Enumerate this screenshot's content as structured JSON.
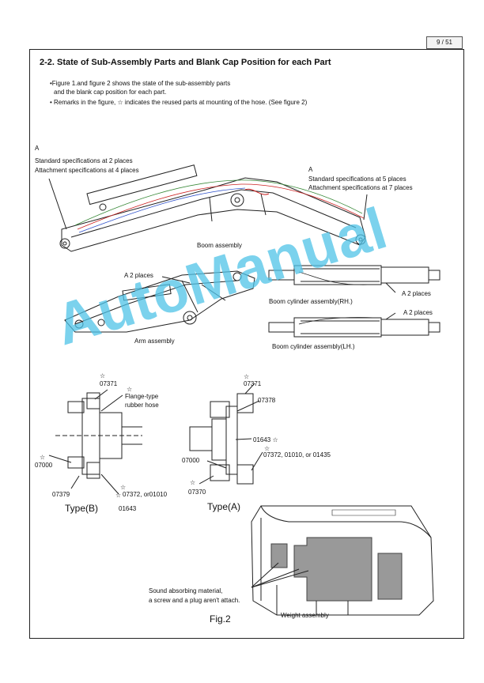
{
  "page": {
    "number": "9 / 51"
  },
  "title": "2-2. State of Sub-Assembly Parts and Blank Cap Position for each Part",
  "notes": {
    "line1": "•Figure 1.and figure 2 shows the state of the sub-assembly parts",
    "line2": "and the blank cap position for each part.",
    "line3": "• Remarks  in the figure, ☆ indicates the reused parts at mounting of the hose. (See figure 2)"
  },
  "boom": {
    "left_letter": "A",
    "left_std": "Standard specifications at 2 places",
    "left_att": "Attachment specifications at 4 places",
    "right_letter": "A",
    "right_std": "Standard specifications at 5 places",
    "right_att": "Attachment specifications at 7 places",
    "caption": "Boom assembly"
  },
  "arm": {
    "places": "A 2 places",
    "caption": "Arm assembly"
  },
  "cylinders": {
    "rh_caption": "Boom cylinder assembly(RH.)",
    "rh_places": "A 2 places",
    "lh_places": "A 2 places",
    "lh_caption": "Boom cylinder assembly(LH.)"
  },
  "type_b": {
    "caption": "Type(B)",
    "p07371": "07371",
    "flange_1": "Flange-type",
    "flange_2": "rubber hose",
    "p07000": "07000",
    "p07379": "07379",
    "p07372": "07372, or01010",
    "p01643": "01643"
  },
  "type_a": {
    "caption": "Type(A)",
    "p07371": "07371",
    "p07378": "07378",
    "p01643": "01643 ☆",
    "p07000": "07000",
    "p07372": "07372, 01010, or 01435",
    "p07370": "07370"
  },
  "weight": {
    "note1": "Sound absorbing material,",
    "note2": "a screw and a plug aren't attach.",
    "caption": "Weight assembly",
    "fig": "Fig.2"
  },
  "star": "☆",
  "watermark": "AutoManual",
  "colors": {
    "watermark": "#4fc3e8",
    "line": "#222222",
    "wire_red": "#cc2222",
    "wire_blue": "#3355cc",
    "wire_green": "#3a8a3a"
  }
}
